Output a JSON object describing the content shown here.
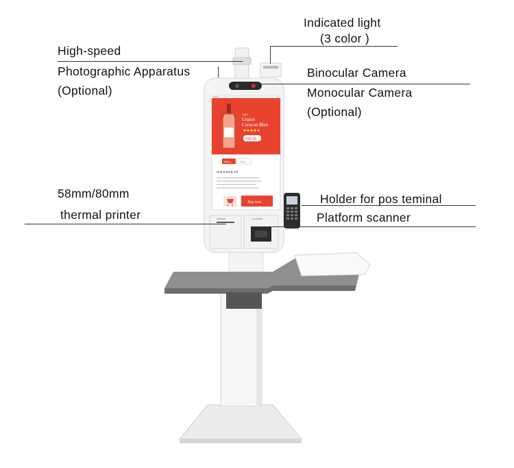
{
  "labels": {
    "indicated_light": [
      "Indicated light",
      "(3 color )"
    ],
    "high_speed": [
      "High-speed",
      "Photographic Apparatus",
      "(Optional)"
    ],
    "camera": [
      "Binocular Camera",
      "Monocular Camera",
      "(Optional)"
    ],
    "printer": [
      "58mm/80mm",
      "thermal printer"
    ],
    "pos_holder": "Holder for pos teminal",
    "scanner": "Platform scanner"
  },
  "screen": {
    "brand": "Liquor",
    "product_name": [
      "Liquor",
      "Curacao Bleu"
    ],
    "product_sub": "Type",
    "price": "¥50.90",
    "options": [
      "500ml",
      "750ml"
    ],
    "section_title": "Hair & Body Oil",
    "buy_label": "Buy now"
  },
  "panel_labels": {
    "printer_slot": "PRINTER",
    "scanner_label": "SCANNER"
  },
  "colors": {
    "accent": "#e8432f",
    "kiosk_body": "#f2f2f2",
    "tray": "#8a8a8a"
  }
}
